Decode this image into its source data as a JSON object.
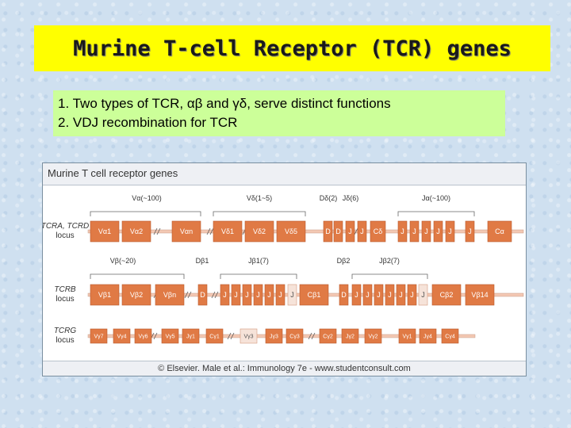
{
  "title": "Murine T-cell Receptor (TCR) genes",
  "points": [
    "1. Two types of TCR, αβ and γδ, serve distinct functions",
    "2. VDJ recombination for TCR"
  ],
  "figure": {
    "title": "Murine T cell receptor genes",
    "credit": "© Elsevier. Male et al.: Immunology 7e - www.studentconsult.com",
    "colors": {
      "segment": "#e07a45",
      "segment_light": "#f6e3d9",
      "strand": "#f3c8b3"
    },
    "loci": [
      {
        "label_lines": [
          "TCRA, TCRD",
          "locus"
        ],
        "group_labels": [
          "Vα(~100)",
          "Vδ(1~5)",
          "Dδ(2)",
          "Jδ(6)",
          "Jα(~100)"
        ],
        "segments": [
          "Vα1",
          "Vα2",
          "Vαn",
          "Vδ1",
          "Vδ2",
          "Vδ5",
          "D",
          "D",
          "J",
          "J",
          "Cδ",
          "J",
          "J",
          "J",
          "J",
          "J",
          "J",
          "Cα"
        ]
      },
      {
        "label_lines": [
          "TCRB",
          "locus"
        ],
        "group_labels": [
          "Vβ(~20)",
          "Dβ1",
          "Jβ1(7)",
          "Dβ2",
          "Jβ2(7)"
        ],
        "segments": [
          "Vβ1",
          "Vβ2",
          "Vβn",
          "D",
          "J",
          "J",
          "J",
          "J",
          "J",
          "J",
          "J",
          "Cβ1",
          "D",
          "J",
          "J",
          "J",
          "J",
          "J",
          "J",
          "J",
          "Cβ2",
          "Vβ14"
        ]
      },
      {
        "label_lines": [
          "TCRG",
          "locus"
        ],
        "group_labels": [],
        "segments": [
          "Vγ7",
          "Vγ4",
          "Vγ6",
          "Vγ5",
          "Jγ1",
          "Cγ1",
          "Vγ3",
          "Jγ3",
          "Cγ3",
          "Cγ2",
          "Jγ2",
          "Vγ2",
          "Vγ1",
          "Jγ4",
          "Cγ4"
        ]
      }
    ]
  }
}
